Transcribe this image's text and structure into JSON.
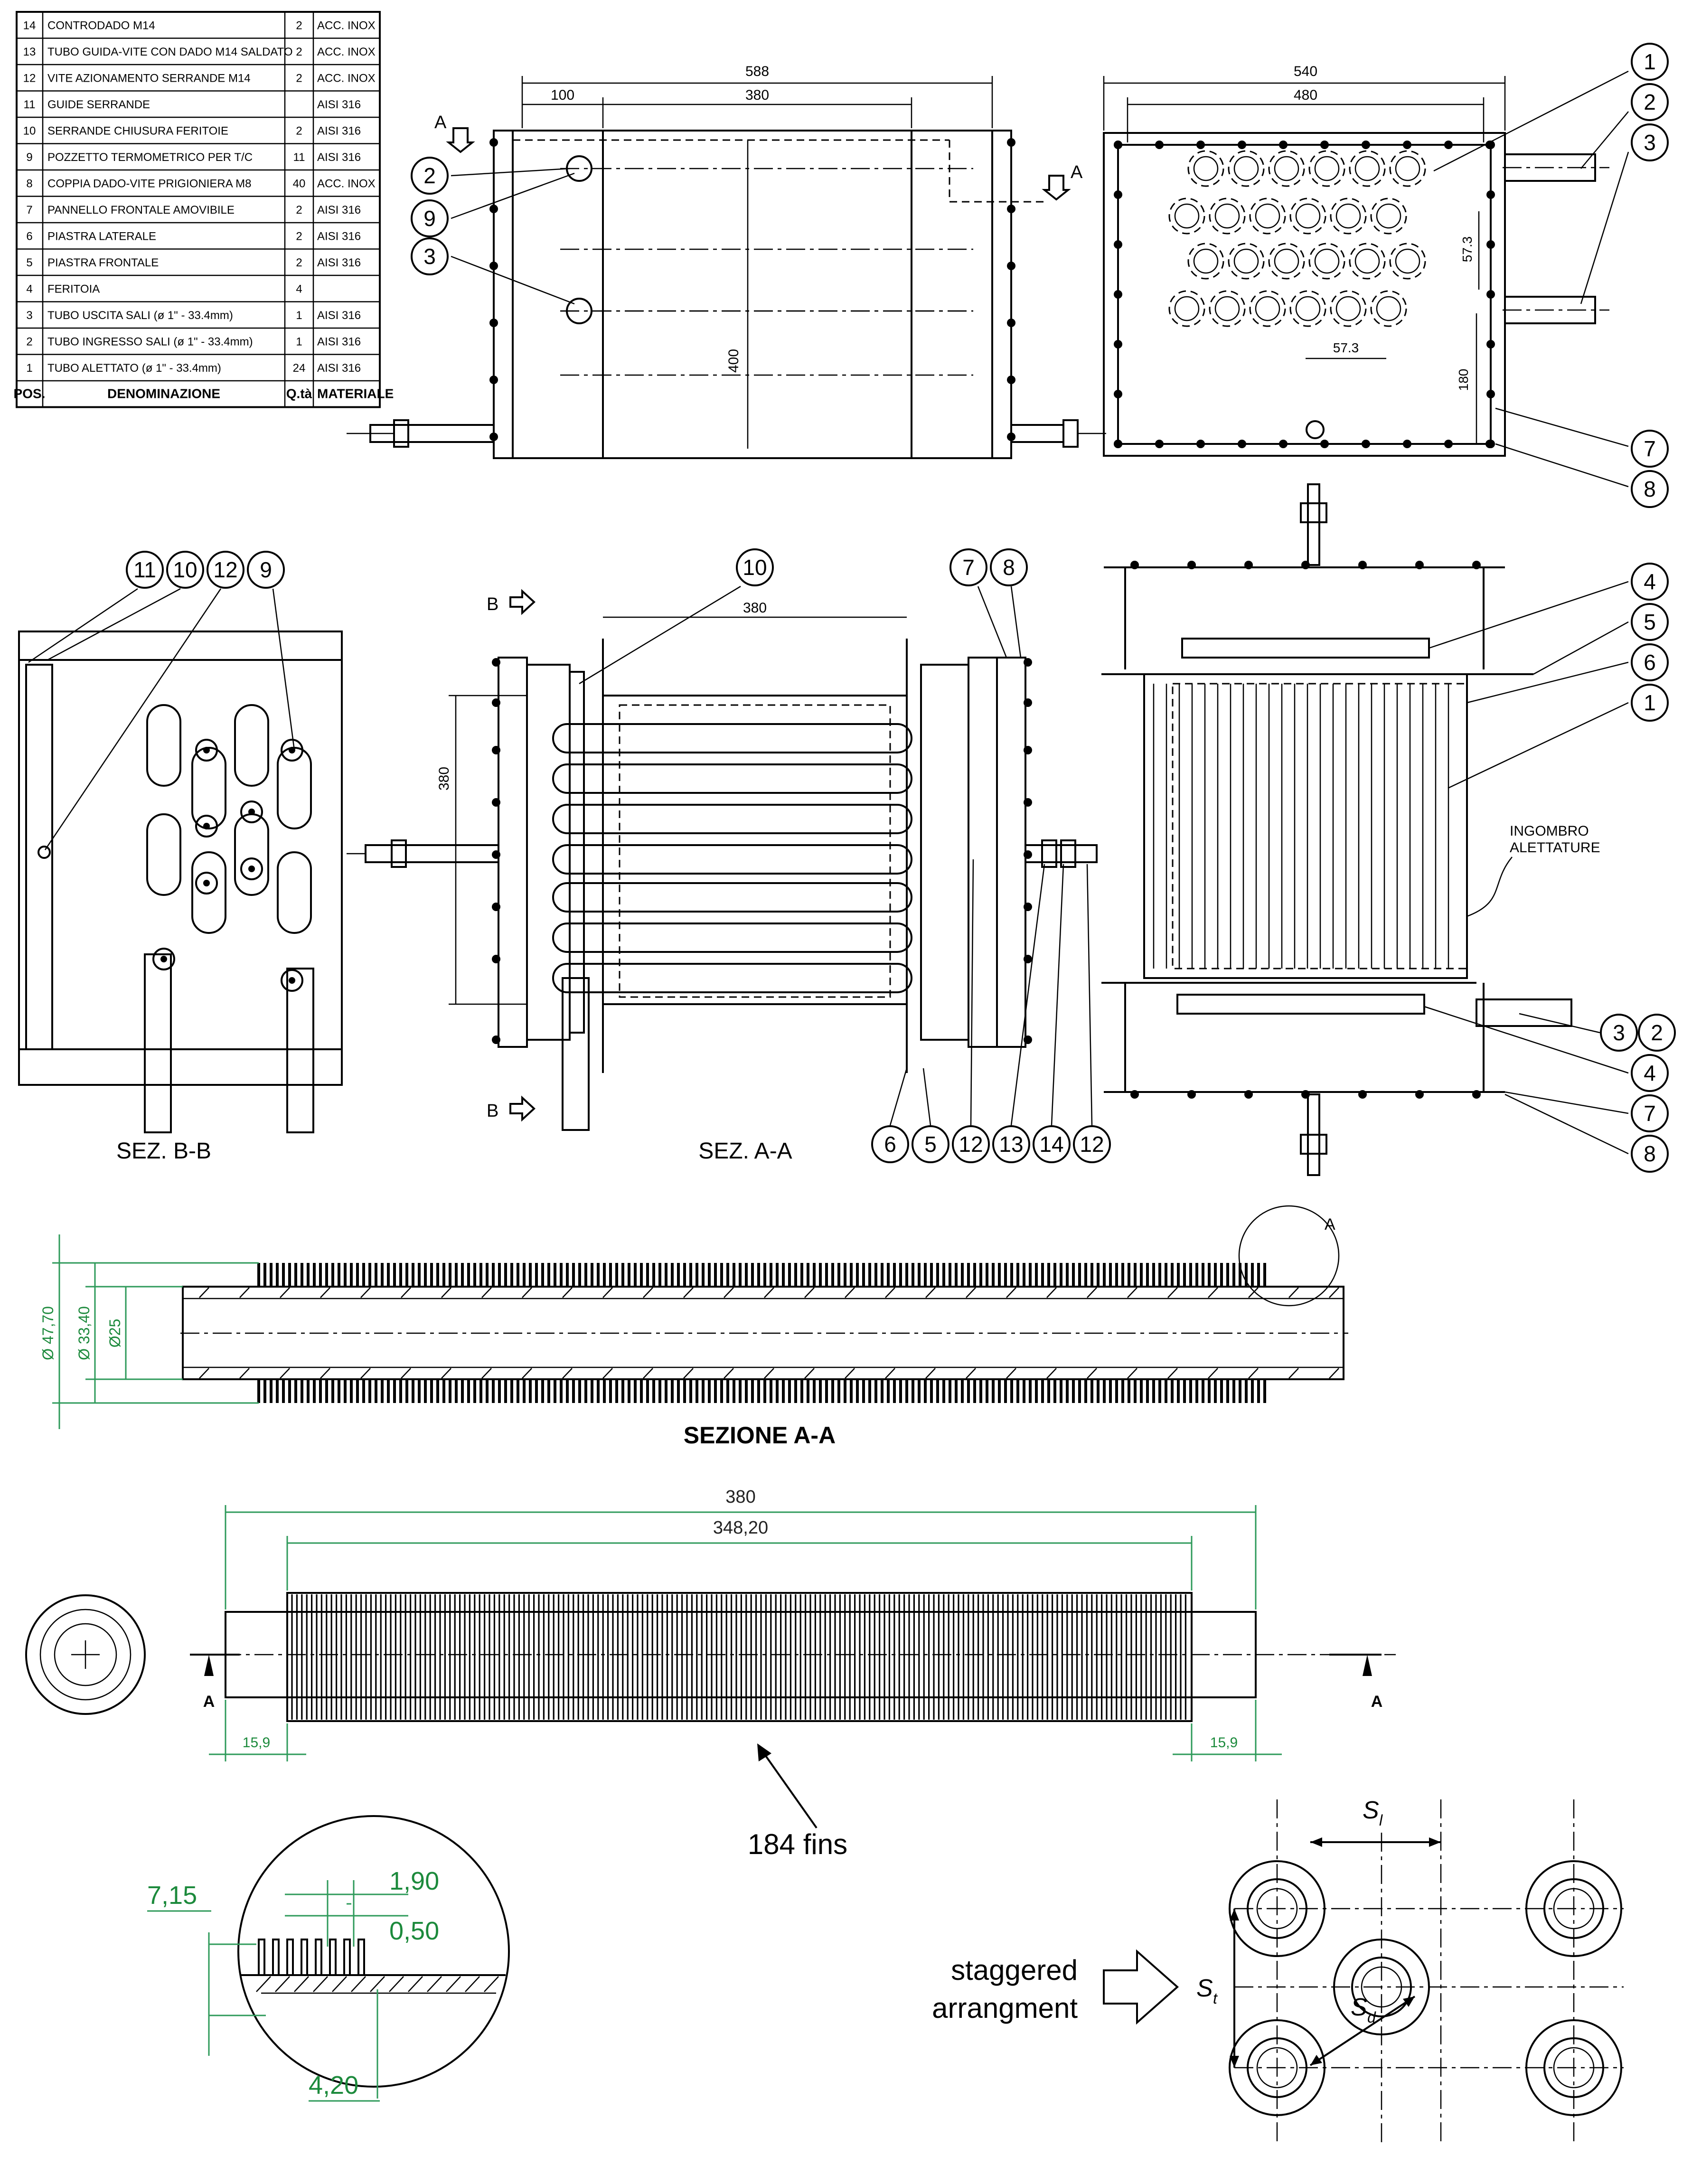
{
  "bom": {
    "rows": [
      {
        "pos": "14",
        "name": "CONTRODADO M14",
        "qty": "2",
        "mat": "ACC. INOX"
      },
      {
        "pos": "13",
        "name": "TUBO GUIDA-VITE CON DADO M14 SALDATO",
        "qty": "2",
        "mat": "ACC. INOX"
      },
      {
        "pos": "12",
        "name": "VITE AZIONAMENTO SERRANDE M14",
        "qty": "2",
        "mat": "ACC. INOX"
      },
      {
        "pos": "11",
        "name": "GUIDE SERRANDE",
        "qty": "",
        "mat": "AISI 316"
      },
      {
        "pos": "10",
        "name": "SERRANDE CHIUSURA FERITOIE",
        "qty": "2",
        "mat": "AISI 316"
      },
      {
        "pos": "9",
        "name": "POZZETTO TERMOMETRICO PER T/C",
        "qty": "11",
        "mat": "AISI 316"
      },
      {
        "pos": "8",
        "name": "COPPIA DADO-VITE PRIGIONIERA M8",
        "qty": "40",
        "mat": "ACC. INOX"
      },
      {
        "pos": "7",
        "name": "PANNELLO FRONTALE AMOVIBILE",
        "qty": "2",
        "mat": "AISI 316"
      },
      {
        "pos": "6",
        "name": "PIASTRA LATERALE",
        "qty": "2",
        "mat": "AISI 316"
      },
      {
        "pos": "5",
        "name": "PIASTRA FRONTALE",
        "qty": "2",
        "mat": "AISI 316"
      },
      {
        "pos": "4",
        "name": "FERITOIA",
        "qty": "4",
        "mat": ""
      },
      {
        "pos": "3",
        "name": "TUBO USCITA SALI (ø 1\" - 33.4mm)",
        "qty": "1",
        "mat": "AISI 316"
      },
      {
        "pos": "2",
        "name": "TUBO INGRESSO SALI (ø 1\" - 33.4mm)",
        "qty": "1",
        "mat": "AISI 316"
      },
      {
        "pos": "1",
        "name": "TUBO ALETTATO (ø 1\" - 33.4mm)",
        "qty": "24",
        "mat": "AISI 316"
      }
    ],
    "header": {
      "pos": "POS.",
      "name": "DENOMINAZIONE",
      "qty": "Q.tà",
      "mat": "MATERIALE"
    }
  },
  "front_view": {
    "dim_total": "588",
    "dim_left": "100",
    "dim_mid": "380",
    "dim_height": "400",
    "section_letter": "A"
  },
  "side_view": {
    "dim_total": "540",
    "dim_inner": "480",
    "dim_pitch_v": "57.3",
    "dim_pitch_h": "57.3",
    "dim_height": "180"
  },
  "section_bb": {
    "caption": "SEZ. B-B"
  },
  "section_aa": {
    "caption": "SEZ. A-A",
    "dim_380_h": "380",
    "dim_380_v": "380",
    "section_letter": "B"
  },
  "fin_section_view": {
    "note_line1": "INGOMBRO",
    "note_line2": "ALETTATURE"
  },
  "balloons": {
    "n1": "1",
    "n2": "2",
    "n3": "3",
    "n4": "4",
    "n5": "5",
    "n6": "6",
    "n7": "7",
    "n8": "8",
    "n9": "9",
    "n10": "10",
    "n11": "11",
    "n12": "12",
    "n13": "13",
    "n14": "14"
  },
  "tube_section": {
    "title": "SEZIONE A-A",
    "d_outer": "Ø 47,70",
    "d_tube": "Ø 33,40",
    "d_inner": "Ø25",
    "detail_letter": "A"
  },
  "tube_side": {
    "dim_total": "380",
    "dim_finned": "348,20",
    "dim_end_left": "15,9",
    "dim_end_right": "15,9",
    "fins_note": "184 fins",
    "section_letter": "A"
  },
  "detail_a": {
    "fin_pitch": "1,90",
    "fin_thickness": "0,50",
    "fin_height": "7,15",
    "base": "4,20"
  },
  "arrangement": {
    "label_line1": "staggered",
    "label_line2": "arrangment",
    "sl": "S",
    "sl_sub": "l",
    "st": "S",
    "st_sub": "t",
    "sd": "S",
    "sd_sub": "d"
  },
  "colors": {
    "dimension_green": "#1c8a3c"
  }
}
